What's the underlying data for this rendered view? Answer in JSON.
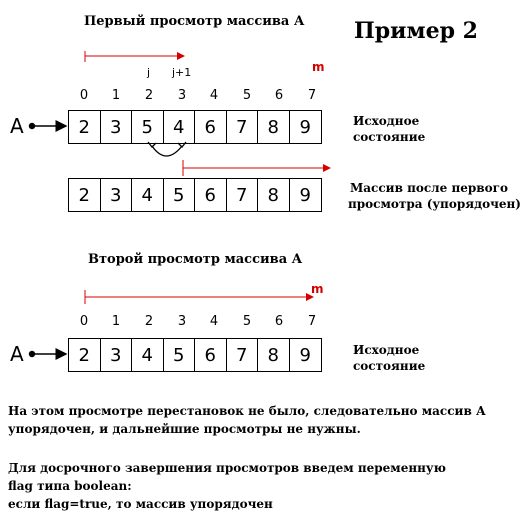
{
  "titles": {
    "first_pass": "Первый просмотр массива А",
    "second_pass": "Второй просмотр массива А",
    "example": "Пример 2"
  },
  "labels": {
    "j": "j",
    "j_plus_1": "j+1",
    "m": "m",
    "array_name": "A"
  },
  "indices": [
    "0",
    "1",
    "2",
    "3",
    "4",
    "5",
    "6",
    "7"
  ],
  "arrays": {
    "first_initial": [
      "2",
      "3",
      "5",
      "4",
      "6",
      "7",
      "8",
      "9"
    ],
    "first_after": [
      "2",
      "3",
      "4",
      "5",
      "6",
      "7",
      "8",
      "9"
    ],
    "second_initial": [
      "2",
      "3",
      "4",
      "5",
      "6",
      "7",
      "8",
      "9"
    ]
  },
  "notes": {
    "initial_state_line1": "Исходное",
    "initial_state_line2": "состояние",
    "after_first_line1": "Массив после первого",
    "after_first_line2": "просмотра (упорядочен)"
  },
  "paragraphs": {
    "p1_line1": "На этом просмотре перестановок не было, следовательно массив А",
    "p1_line2": "упорядочен, и дальнейшие просмотры не нужны.",
    "p2_line1": "Для досрочного завершения просмотров введем переменную",
    "p2_line2": "flag типа boolean:",
    "p2_line3": "если flag=true, то массив упорядочен"
  },
  "colors": {
    "arrow_red": "#d40000",
    "text": "#000000"
  }
}
